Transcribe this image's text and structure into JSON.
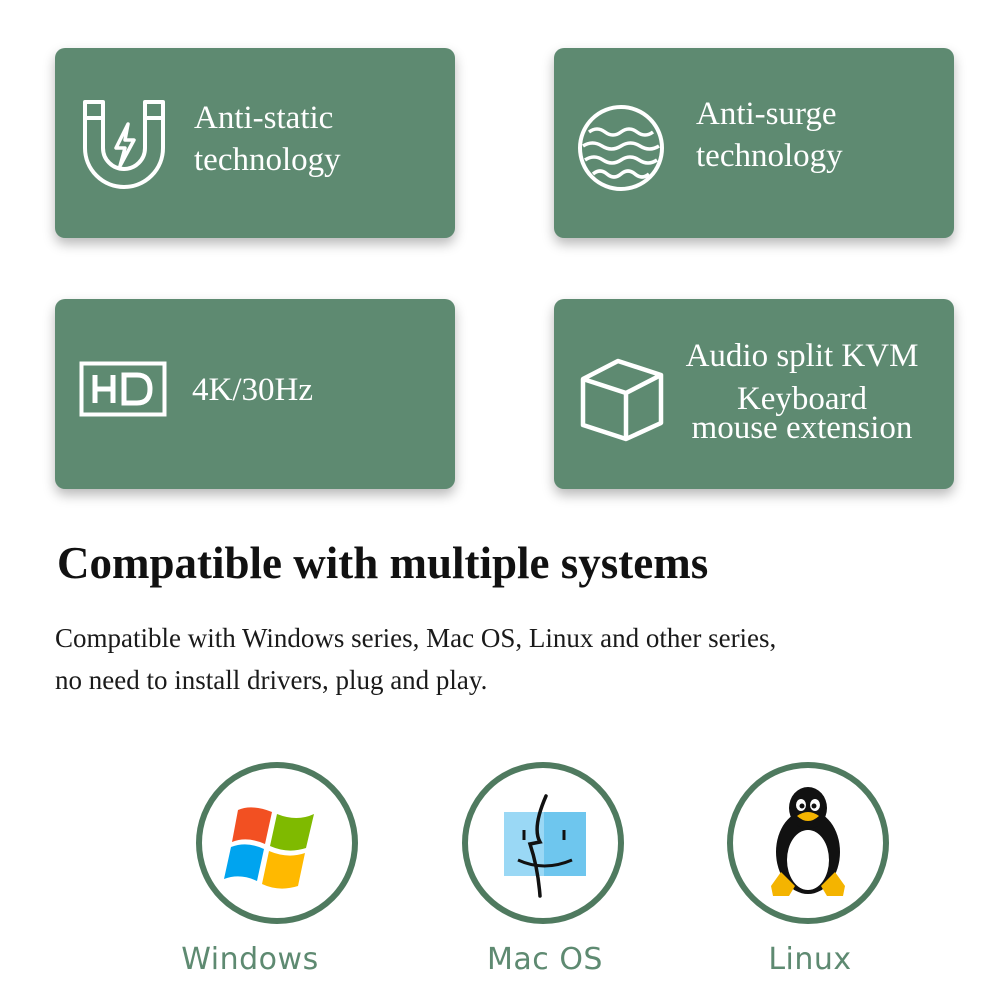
{
  "features": [
    {
      "icon": "magnet-icon",
      "line1": "Anti-static",
      "line2": "technology"
    },
    {
      "icon": "waves-icon",
      "line1": "Anti-surge",
      "line2": "technology"
    },
    {
      "icon": "hd-icon",
      "line1": "4K/30Hz"
    },
    {
      "icon": "cube-icon",
      "line1": "Audio split KVM",
      "line2": "Keyboard",
      "line3": "mouse extension"
    }
  ],
  "compat": {
    "heading": "Compatible with multiple systems",
    "desc_line1": "Compatible with Windows series, Mac OS, Linux and other series,",
    "desc_line2": "no need to install drivers, plug and play."
  },
  "systems": [
    {
      "icon": "windows-logo-icon",
      "label": "Windows"
    },
    {
      "icon": "mac-finder-icon",
      "label": "Mac OS"
    },
    {
      "icon": "linux-penguin-icon",
      "label": "Linux"
    }
  ],
  "colors": {
    "card_bg": "#5e8a71",
    "circle_border": "#4f7a5f",
    "label": "#5e8a71"
  }
}
